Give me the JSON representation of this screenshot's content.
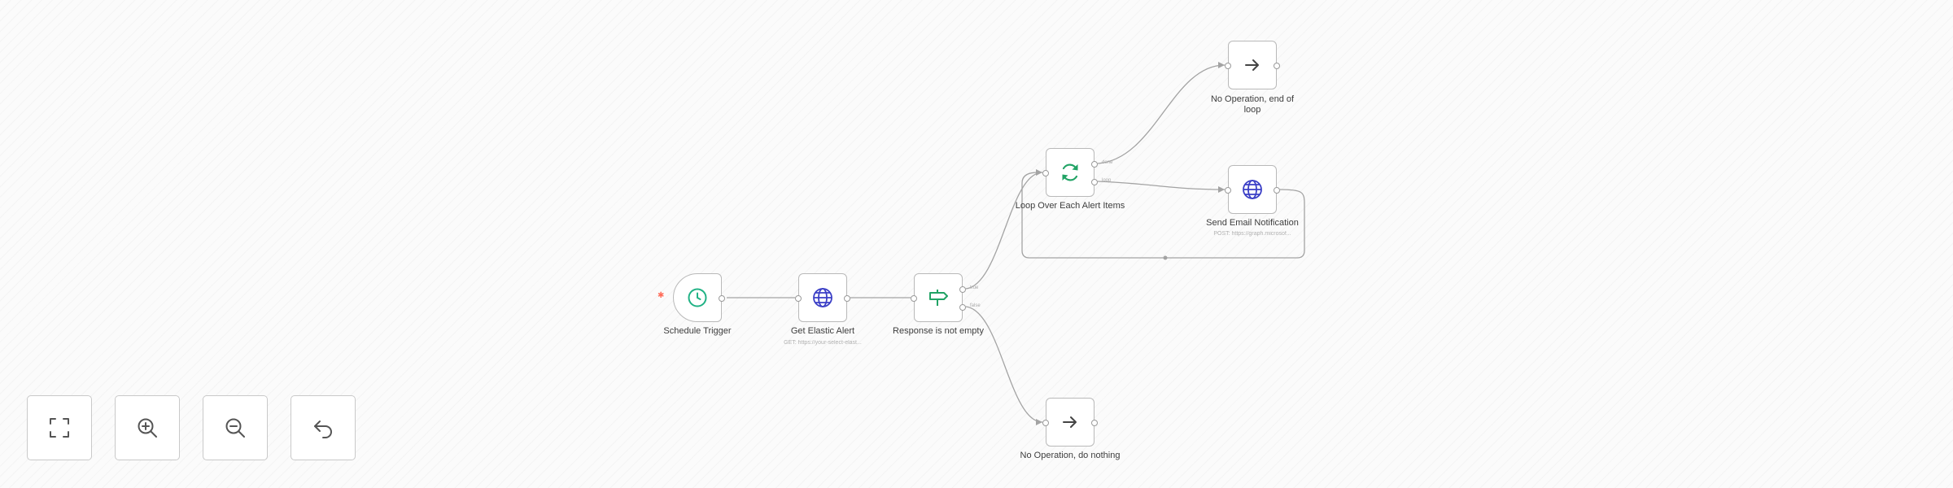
{
  "nodes": {
    "schedule_trigger": {
      "label": "Schedule Trigger",
      "icon": "clock-icon",
      "color": "#21b285"
    },
    "get_elastic_alert": {
      "label": "Get Elastic Alert",
      "sublabel": "GET: https://your-select-elast...",
      "icon": "globe-icon",
      "color": "#3b3fc6"
    },
    "response_not_empty": {
      "label": "Response is not empty",
      "icon": "signpost-icon",
      "color": "#21a365",
      "outputs": [
        "true",
        "false"
      ]
    },
    "loop_over_items": {
      "label": "Loop Over Each Alert Items",
      "icon": "loop-icon",
      "color": "#21a365",
      "outputs": [
        "done",
        "loop"
      ]
    },
    "noop_end_loop": {
      "label": "No Operation, end of loop",
      "icon": "arrow-right-icon"
    },
    "send_email": {
      "label": "Send Email Notification",
      "sublabel": "POST: https://graph.microsof...",
      "icon": "globe-icon",
      "color": "#3b3fc6"
    },
    "noop_do_nothing": {
      "label": "No Operation, do nothing",
      "icon": "arrow-right-icon"
    }
  },
  "controls": [
    {
      "name": "fit-view-button",
      "icon": "fit-view-icon"
    },
    {
      "name": "zoom-in-button",
      "icon": "zoom-in-icon"
    },
    {
      "name": "zoom-out-button",
      "icon": "zoom-out-icon"
    },
    {
      "name": "reset-zoom-button",
      "icon": "undo-icon"
    }
  ],
  "colors": {
    "trigger_bolt": "#ff6d5a",
    "edge": "#9a9a9a"
  }
}
